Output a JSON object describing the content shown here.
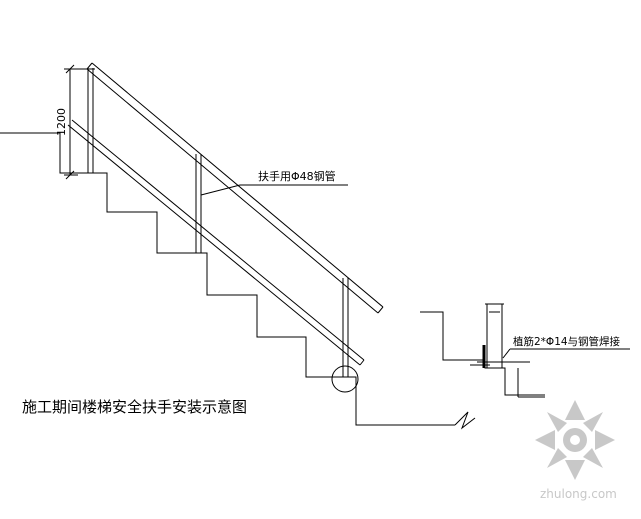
{
  "diagram": {
    "title": "施工期间楼梯安全扶手安装示意图",
    "dimension_height": "1200",
    "rail_label": "扶手用Φ48钢管",
    "anchor_label": "植筋2*Φ14与钢管焊接"
  },
  "watermark": {
    "text": "zhulong.com",
    "icon": "zhulong-logo-icon"
  }
}
